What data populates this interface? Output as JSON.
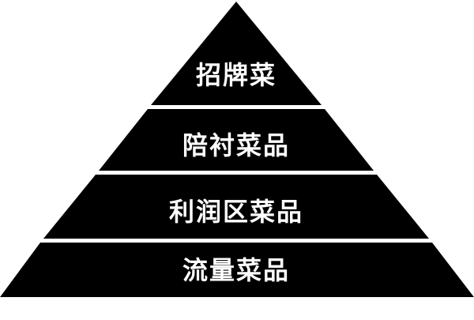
{
  "colors": {
    "background": "#ffffff",
    "tier_fill": "#000000",
    "label_color": "#ffffff"
  },
  "pyramid": {
    "tiers": [
      {
        "label": "招牌菜"
      },
      {
        "label": "陪衬菜品"
      },
      {
        "label": "利润区菜品"
      },
      {
        "label": "流量菜品"
      }
    ]
  }
}
